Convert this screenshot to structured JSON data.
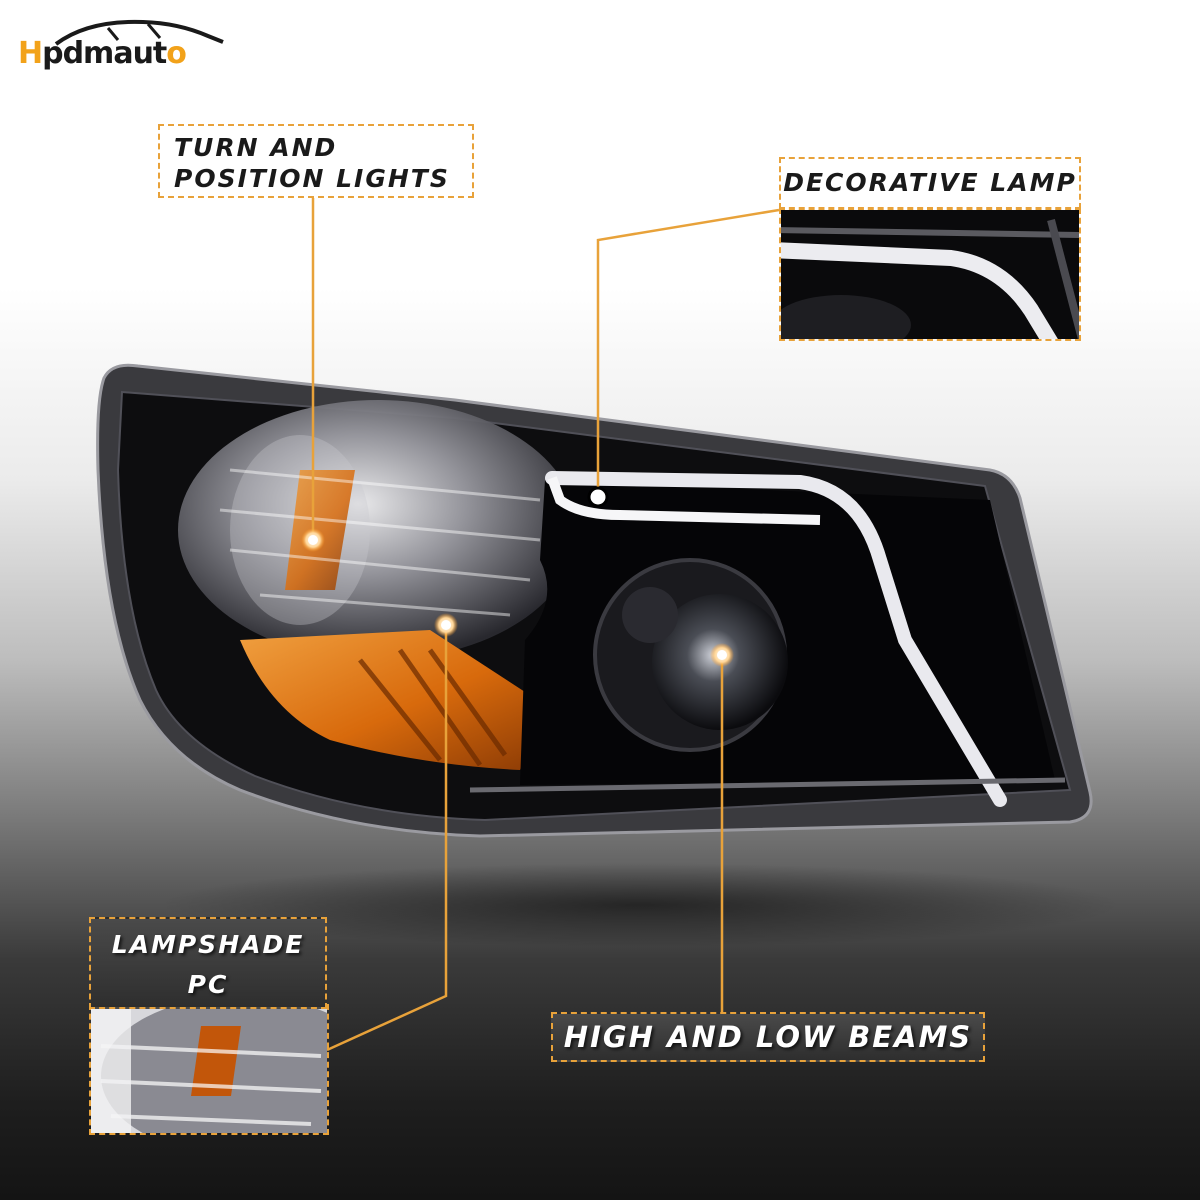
{
  "brand": {
    "logo_prefix": "H",
    "logo_main": "pdmaut",
    "logo_suffix": "o"
  },
  "callouts": {
    "turn_line1": "TURN AND",
    "turn_line2": "POSITION LIGHTS",
    "decorative": "DECORATIVE LAMP",
    "lampshade_line1": "LAMPSHADE",
    "lampshade_line2": "PC",
    "beams": "HIGH AND LOW BEAMS"
  },
  "colors": {
    "accent": "#e8a23a",
    "amber": "#e67e12",
    "housing": "#0d0d0f"
  }
}
